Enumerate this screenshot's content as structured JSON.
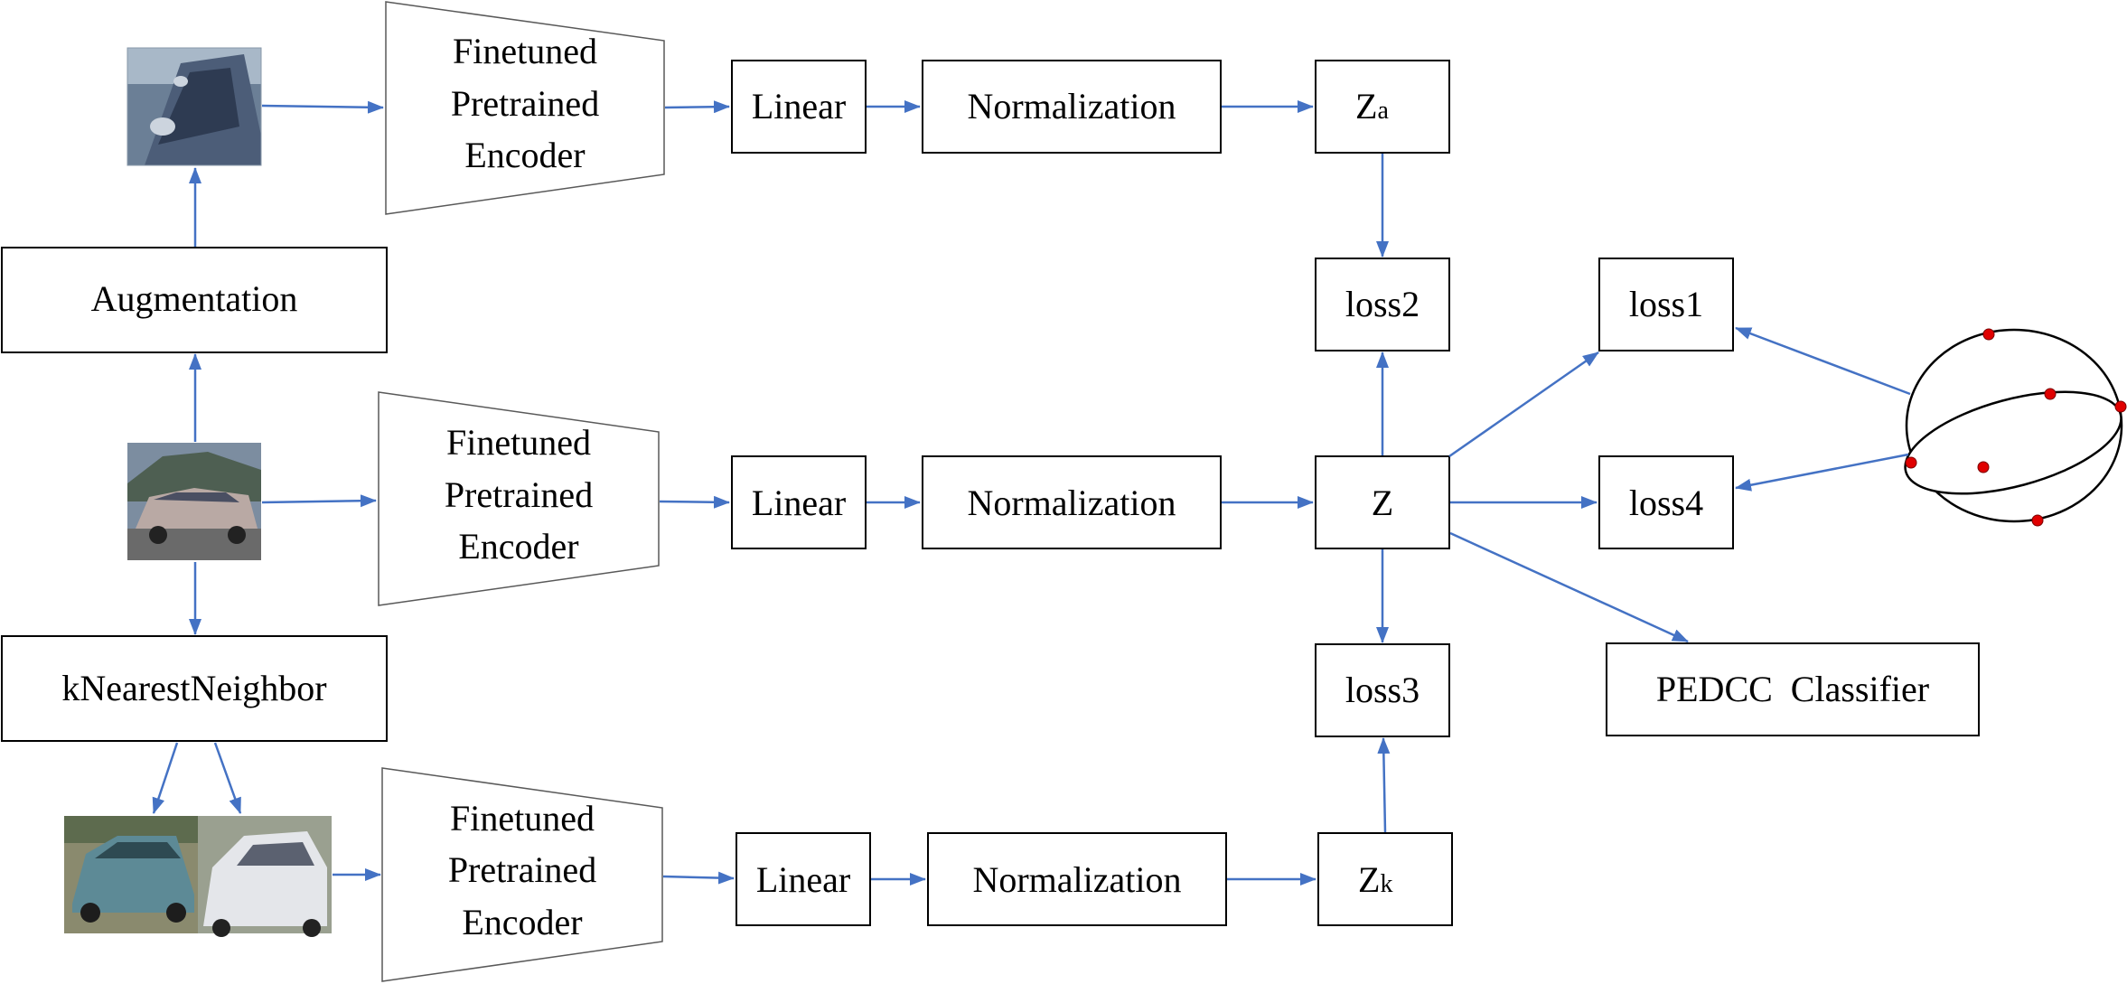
{
  "diagram": {
    "augmentation": "Augmentation",
    "knn": "kNearestNeighbor",
    "encoder_top": [
      "Finetuned",
      "Pretrained",
      "Encoder"
    ],
    "encoder_mid": [
      "Finetuned",
      "Pretrained",
      "Encoder"
    ],
    "encoder_bot": [
      "Finetuned",
      "Pretrained",
      "Encoder"
    ],
    "linear": "Linear",
    "normalization": "Normalization",
    "z_a": {
      "main": "Z",
      "sub": "a"
    },
    "z": "Z",
    "z_k": {
      "main": "Z",
      "sub": "k"
    },
    "loss1": "loss1",
    "loss2": "loss2",
    "loss3": "loss3",
    "loss4": "loss4",
    "classifier": "PEDCC  Classifier"
  },
  "colors": {
    "arrow": "#4472C4",
    "point": "#e00000"
  }
}
